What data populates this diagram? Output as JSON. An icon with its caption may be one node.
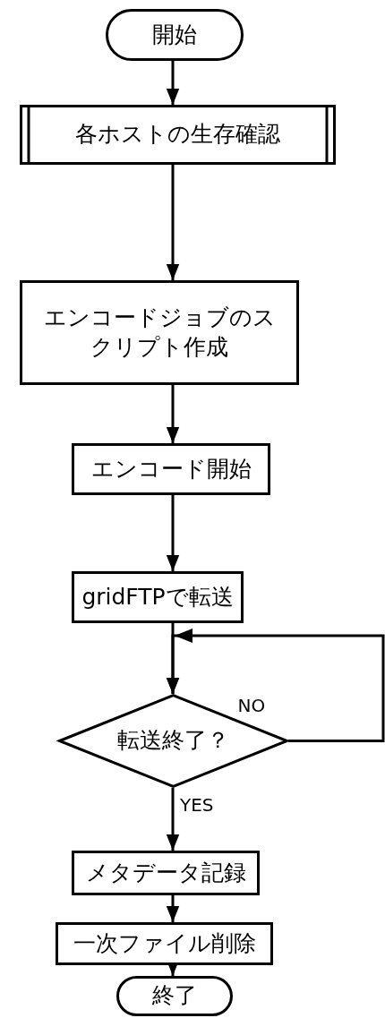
{
  "diagram": {
    "nodes": [
      {
        "text": [
          "開始"
        ]
      },
      {
        "text": [
          "各ホストの生存確認"
        ]
      },
      {
        "text": [
          "エンコードジョブのスクリプト作成"
        ]
      },
      {
        "text": [
          "エンコード開始"
        ]
      },
      {
        "text": [
          "gridFTPで転送"
        ]
      },
      {
        "text": [
          "転送終了？"
        ]
      },
      {
        "text": [
          "メタデータ記録"
        ]
      },
      {
        "text": [
          "一次ファイル削除"
        ]
      },
      {
        "text": [
          "終了"
        ]
      }
    ],
    "edges": [
      {
        "from": 0,
        "to": 1,
        "arrow": "to"
      },
      {
        "from": 1,
        "to": 2,
        "arrow": "to"
      },
      {
        "from": 2,
        "to": 3,
        "arrow": "to"
      },
      {
        "from": 3,
        "to": 4,
        "arrow": "to"
      },
      {
        "from": 4,
        "to": 5,
        "arrow": "to"
      },
      {
        "from": 5,
        "to": 6,
        "arrow": "to",
        "label": "YES"
      },
      {
        "from": 6,
        "to": 7,
        "arrow": "to"
      },
      {
        "from": 7,
        "to": 8,
        "arrow": "to"
      },
      {
        "from": 5,
        "to": 5,
        "arrow": "to",
        "label": "NO"
      }
    ]
  }
}
